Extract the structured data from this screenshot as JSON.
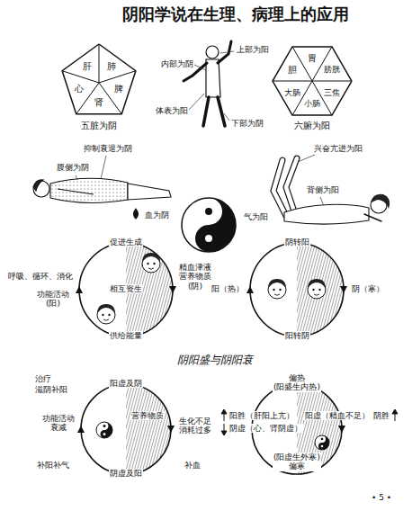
{
  "diagram": {
    "title": "阴阳学说在生理、病理上的应用",
    "nodes": [
      {
        "text": [
          "五脏为阴"
        ]
      },
      {
        "text": [
          "肝"
        ],
        "in": 0
      },
      {
        "text": [
          "肺"
        ],
        "in": 0
      },
      {
        "text": [
          "心"
        ],
        "in": 0
      },
      {
        "text": [
          "脾"
        ],
        "in": 0
      },
      {
        "text": [
          "肾"
        ],
        "in": 0
      },
      {
        "text": [
          "六腑为阳"
        ]
      },
      {
        "text": [
          "胆"
        ],
        "in": 6
      },
      {
        "text": [
          "胃"
        ],
        "in": 6
      },
      {
        "text": [
          "膀胱"
        ],
        "in": 6
      },
      {
        "text": [
          "大肠"
        ],
        "in": 6
      },
      {
        "text": [
          "小肠"
        ],
        "in": 6
      },
      {
        "text": [
          "三焦"
        ],
        "in": 6
      },
      {
        "text": [
          "促进生成",
          "相互资生",
          "精血津液 营养物质 (阴)",
          "供给能量"
        ]
      },
      {
        "text": [
          "阴转阳",
          "阳（热）",
          "阴（寒）",
          "阳转阴"
        ]
      },
      {
        "text": [
          "阳虚及阴",
          "营养物质",
          "生化不足 消耗过多",
          "阴虚及阳"
        ]
      },
      {
        "text": [
          "偏热 (阳盛生内热)",
          "阳胜（肝阳上亢）",
          "阴虚（心、肾阴虚）",
          "阳虚（精血不足）",
          "(阳虚生外寒) 偏寒"
        ]
      }
    ],
    "labels": [
      "内部为阴",
      "上部为阳",
      "体表为阳",
      "下部为阴",
      "抑制衰退为阴",
      "腹侧为阴",
      "血为阴",
      "气为阳",
      "兴奋亢进为阳",
      "背侧为阳",
      "呼吸、循环、消化",
      "功能活动 (阳)",
      "阴阳盛与阴阳衰",
      "治疗",
      "滋阴补阳",
      "功能活动 衰减",
      "补阳补气",
      "补血",
      "阴胜",
      "• 5 •"
    ]
  }
}
